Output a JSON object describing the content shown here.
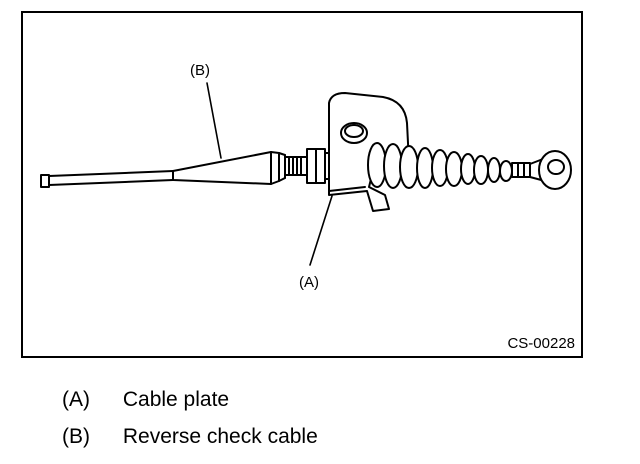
{
  "figure": {
    "code": "CS-00228",
    "callouts": {
      "a": "(A)",
      "b": "(B)"
    }
  },
  "legend": [
    {
      "key": "(A)",
      "label": "Cable plate"
    },
    {
      "key": "(B)",
      "label": "Reverse check cable"
    }
  ]
}
